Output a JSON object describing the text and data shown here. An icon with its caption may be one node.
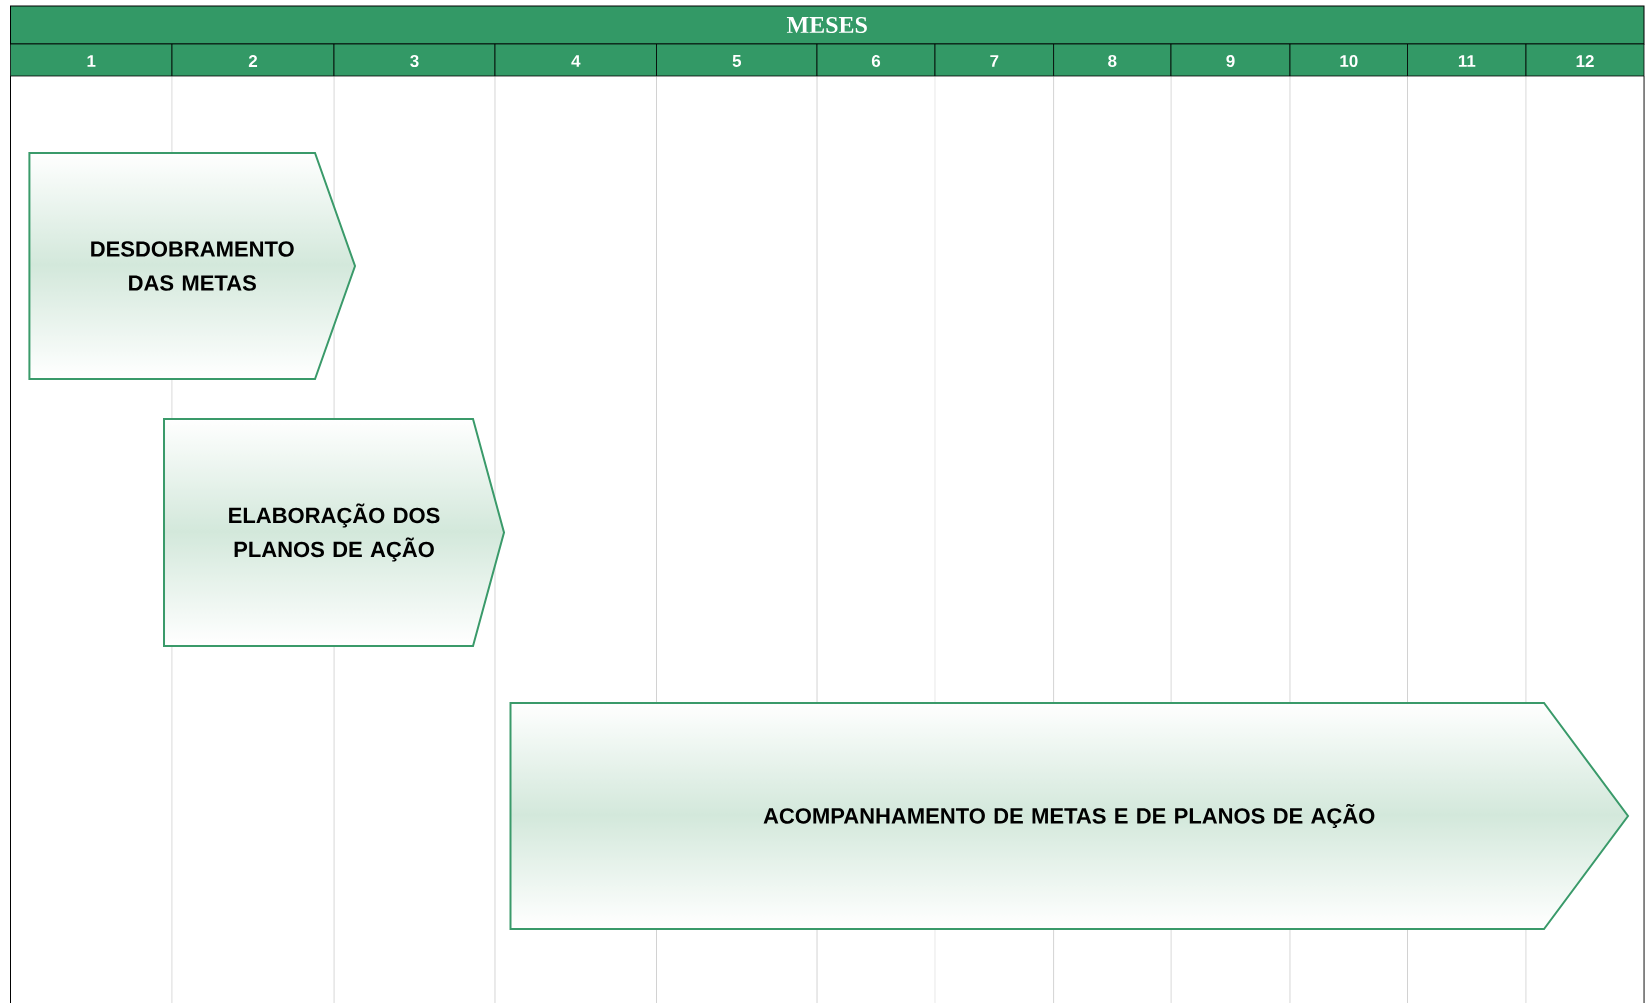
{
  "diagram": {
    "title": "MESES",
    "nodes": [
      {
        "text": [
          "DESDOBRAMENTO DAS METAS"
        ]
      },
      {
        "text": [
          "ELABORAÇÃO DOS PLANOS DE AÇÃO"
        ]
      },
      {
        "text": [
          "ACOMPANHAMENTO DE METAS E DE PLANOS DE AÇÃO"
        ]
      }
    ],
    "labels": [
      "1",
      "2",
      "3",
      "4",
      "5",
      "6",
      "7",
      "8",
      "9",
      "10",
      "11",
      "12"
    ]
  }
}
